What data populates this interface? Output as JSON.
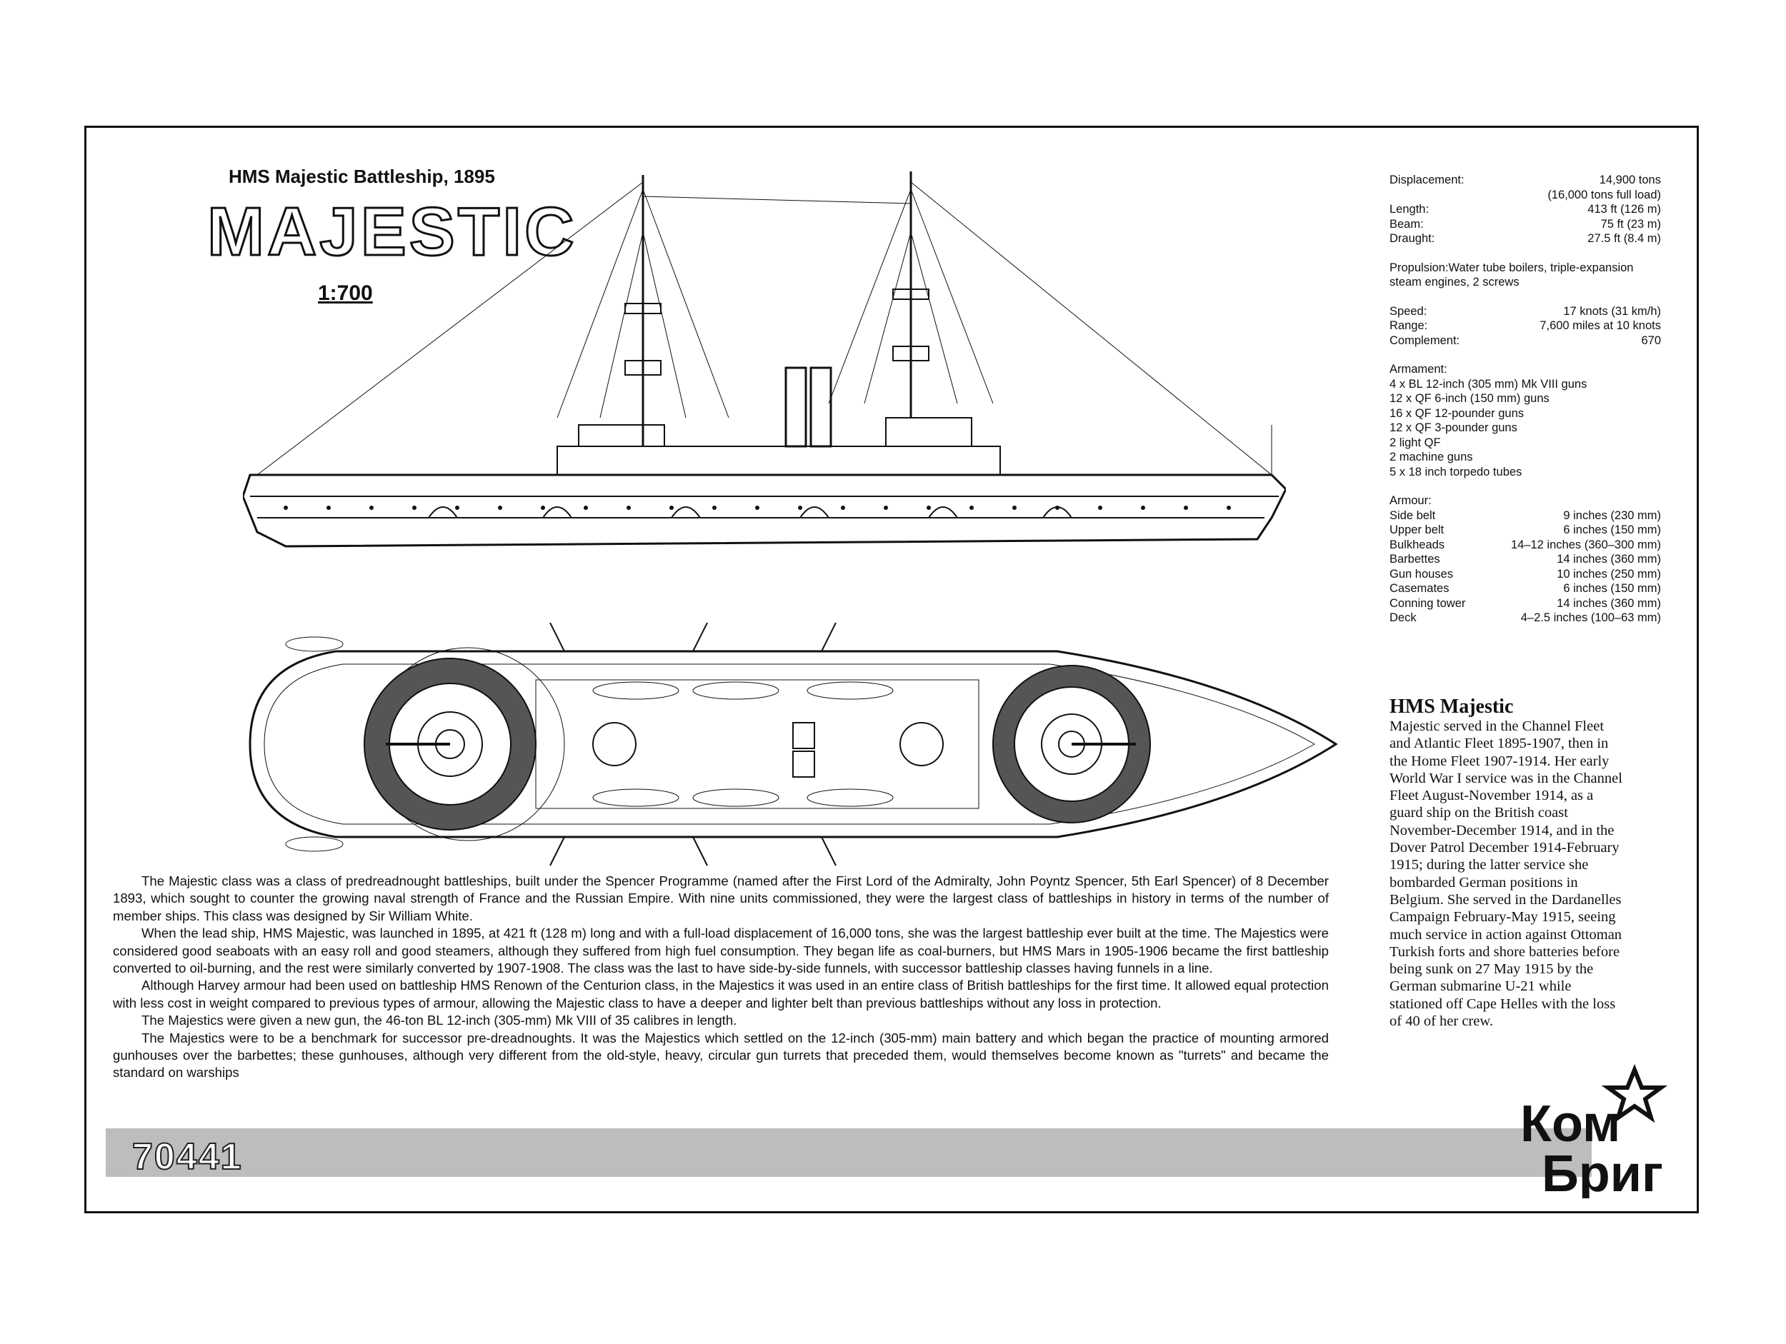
{
  "header": {
    "subtitle": "HMS Majestic Battleship, 1895",
    "title": "MAJESTIC",
    "scale": "1:700"
  },
  "specs": {
    "general": [
      {
        "label": "Displacement:",
        "value": "14,900 tons"
      },
      {
        "label": "",
        "value": "(16,000 tons full load)"
      },
      {
        "label": "Length:",
        "value": "413 ft (126 m)"
      },
      {
        "label": "Beam:",
        "value": "75 ft (23 m)"
      },
      {
        "label": "Draught:",
        "value": "27.5 ft (8.4 m)"
      }
    ],
    "propulsion": "Propulsion:Water tube boilers, triple-expansion steam engines, 2 screws",
    "performance": [
      {
        "label": "Speed:",
        "value": "17 knots (31 km/h)"
      },
      {
        "label": "Range:",
        "value": "7,600 miles at 10 knots"
      },
      {
        "label": "Complement:",
        "value": "670"
      }
    ],
    "armament_title": "Armament:",
    "armament": [
      "4 x BL 12-inch (305 mm) Mk VIII guns",
      "12 x QF 6-inch (150 mm) guns",
      "16 x QF 12-pounder guns",
      "12 x QF 3-pounder guns",
      "2 light QF",
      "2 machine guns",
      "5 x 18 inch torpedo tubes"
    ],
    "armour_title": "Armour:",
    "armour": [
      {
        "label": "Side belt",
        "value": "9 inches (230 mm)"
      },
      {
        "label": "Upper belt",
        "value": "6 inches (150 mm)"
      },
      {
        "label": "Bulkheads",
        "value": "14–12 inches (360–300 mm)"
      },
      {
        "label": "Barbettes",
        "value": "14 inches (360 mm)"
      },
      {
        "label": "Gun houses",
        "value": "10 inches (250 mm)"
      },
      {
        "label": "Casemates",
        "value": "6 inches (150 mm)"
      },
      {
        "label": "Conning tower",
        "value": "14 inches (360 mm)"
      },
      {
        "label": "Deck",
        "value": "4–2.5 inches (100–63 mm)"
      }
    ]
  },
  "history": {
    "title": "HMS Majestic",
    "text": "Majestic served in the Channel Fleet and Atlantic Fleet 1895-1907, then in the Home Fleet 1907-1914. Her early World War I service was in the Channel Fleet August-November 1914, as a guard ship on the British coast November-December 1914, and in the Dover Patrol December 1914-February 1915; during the latter service she bombarded German positions in Belgium. She served in the Dardanelles Campaign February-May 1915, seeing much service in action against Ottoman Turkish forts and shore batteries before being sunk on 27 May 1915 by the German submarine U-21 while stationed off Cape Helles with the loss of 40 of her crew."
  },
  "body": {
    "paragraphs": [
      "The Majestic class was a class of predreadnought battleships, built under the Spencer Programme (named after the First Lord of the Admiralty, John Poyntz Spencer, 5th Earl Spencer) of 8 December 1893, which sought to counter the growing naval strength of France and the Russian Empire. With nine units commissioned, they were the largest class of battleships in history in terms of the number of member ships. This class was designed by Sir William White.",
      "When the lead ship, HMS Majestic, was launched in 1895, at 421 ft (128 m) long and with a full-load displacement of 16,000 tons, she was the largest battleship ever built at the time. The Majestics were considered good seaboats with an easy roll and good steamers, although they suffered from high fuel consumption. They began life as coal-burners, but HMS Mars in 1905-1906 became the first battleship converted to oil-burning, and the rest were similarly converted by 1907-1908. The class was the last to have side-by-side funnels, with successor battleship classes having funnels in a line.",
      "Although Harvey armour had been used on battleship HMS Renown of the Centurion class, in the Majestics it was used in an entire class of British battleships for the first time. It allowed equal protection with less cost in weight compared to previous types of armour, allowing the Majestic class to have a deeper and lighter belt than previous battleships without any loss in protection.",
      "The Majestics were given a new gun, the 46-ton BL 12-inch (305-mm) Mk VIII of 35 calibres in length.",
      "The Majestics were to be a benchmark for successor pre-dreadnoughts. It was the Majestics which settled on the 12-inch (305-mm) main battery and which began the practice of mounting armored gunhouses over the barbettes; these gunhouses, although very different from the old-style, heavy, circular gun turrets that preceded them, would themselves become known as \"turrets\" and became the standard on warships"
    ]
  },
  "footer": {
    "catalog_number": "70441",
    "logo_line1": "Ком",
    "logo_line2": "Бриг"
  }
}
